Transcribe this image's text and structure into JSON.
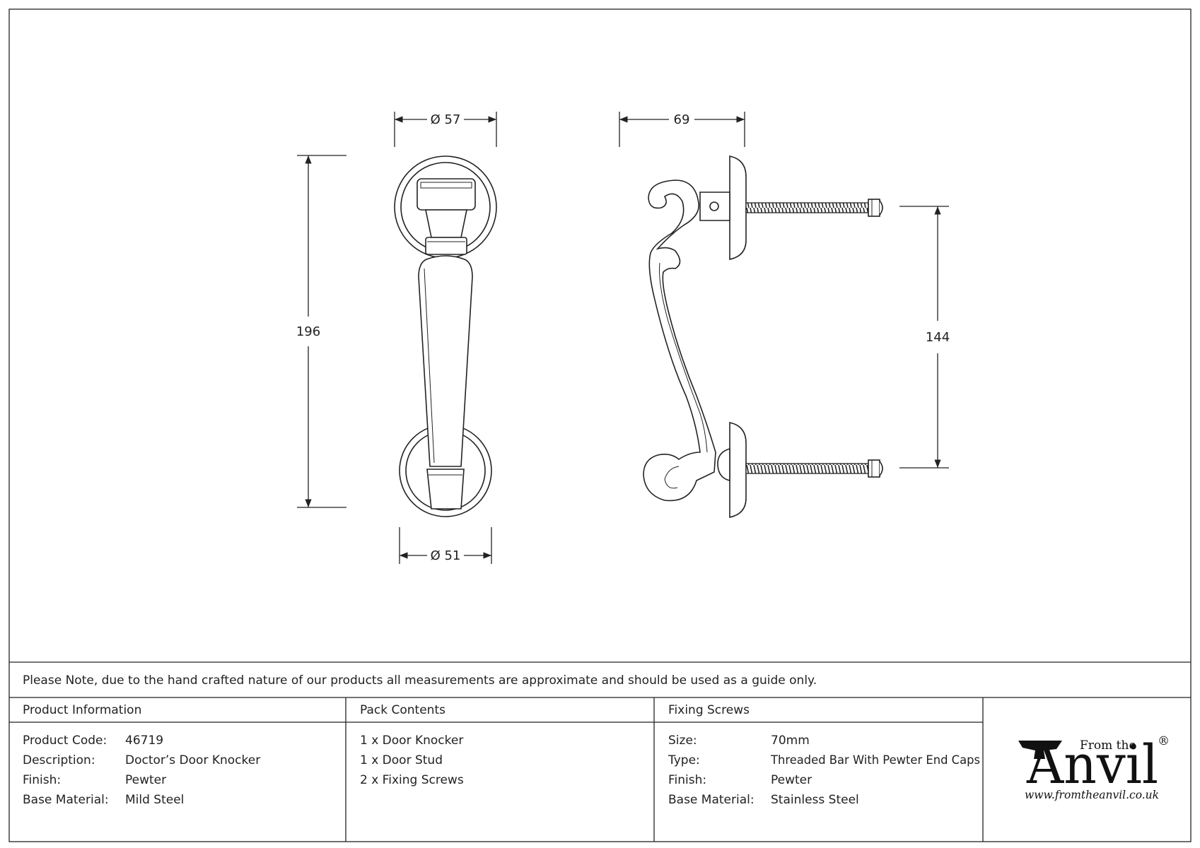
{
  "dimensions": {
    "top_diameter": "Ø 57",
    "bottom_diameter": "Ø 51",
    "height": "196",
    "depth": "69",
    "centres": "144"
  },
  "note": "Please Note, due to the hand crafted nature of our products all measurements are approximate and should be used as a guide only.",
  "product_info": {
    "header": "Product Information",
    "rows": [
      {
        "label": "Product Code:",
        "value": "46719"
      },
      {
        "label": "Description:",
        "value": "Doctor’s Door Knocker"
      },
      {
        "label": "Finish:",
        "value": "Pewter"
      },
      {
        "label": "Base Material:",
        "value": "Mild Steel"
      }
    ]
  },
  "pack_contents": {
    "header": "Pack Contents",
    "items": [
      "1 x Door Knocker",
      "1 x Door Stud",
      "2 x Fixing Screws"
    ]
  },
  "fixing_screws": {
    "header": "Fixing Screws",
    "rows": [
      {
        "label": "Size:",
        "value": "70mm"
      },
      {
        "label": "Type:",
        "value": "Threaded Bar With Pewter End Caps"
      },
      {
        "label": "Finish:",
        "value": "Pewter"
      },
      {
        "label": "Base Material:",
        "value": "Stainless Steel"
      }
    ]
  },
  "logo": {
    "from_the": "From the",
    "brand": "Anvil",
    "registered": "®",
    "url": "www.fromtheanvil.co.uk"
  }
}
